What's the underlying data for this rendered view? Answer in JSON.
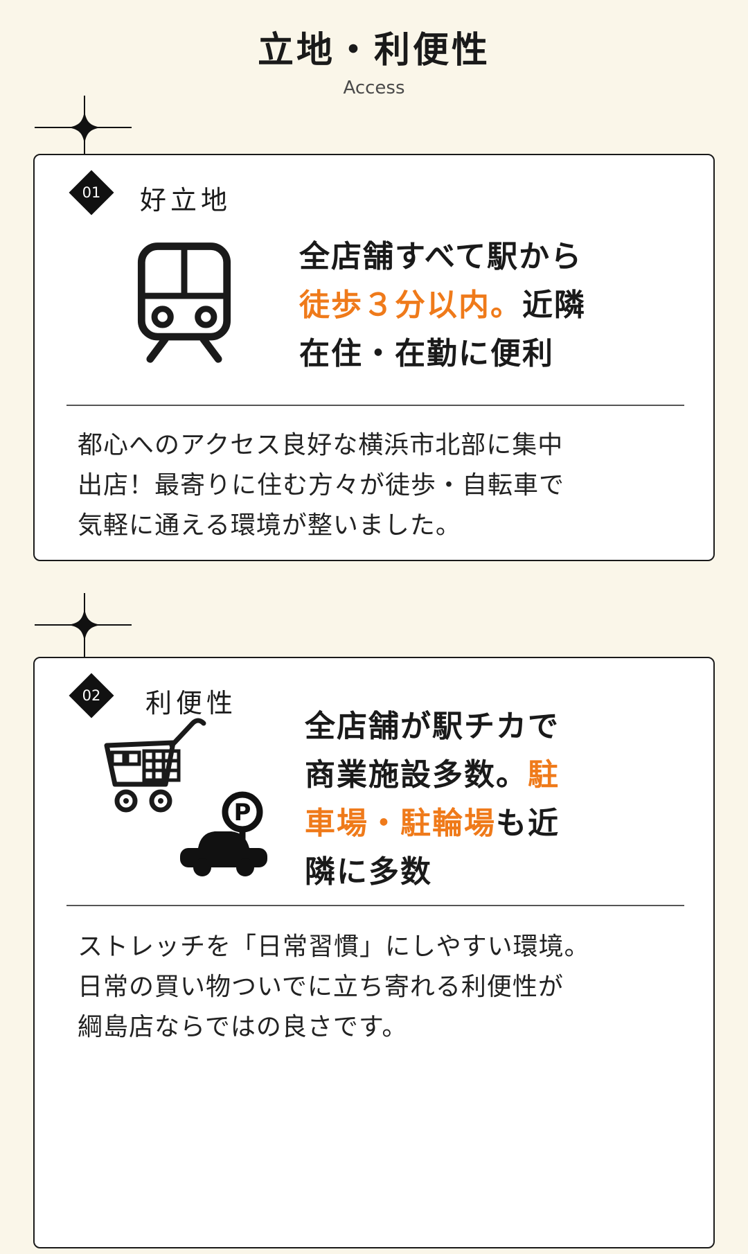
{
  "header": {
    "title": "立地・利便性",
    "subtitle": "Access"
  },
  "colors": {
    "background": "#faf6e9",
    "card_background": "#ffffff",
    "card_border": "#1a1a1a",
    "accent": "#ef7a1a",
    "text": "#1a1a1a"
  },
  "sections": [
    {
      "number": "01",
      "heading": "好立地",
      "icon": "train-icon",
      "headline_lines": [
        {
          "parts": [
            {
              "text": "全店舗すべて駅から",
              "accent": false
            }
          ]
        },
        {
          "parts": [
            {
              "text": "徒歩３分以内。",
              "accent": true
            },
            {
              "text": "近隣",
              "accent": false
            }
          ]
        },
        {
          "parts": [
            {
              "text": "在住・在勤に便利",
              "accent": false
            }
          ]
        }
      ],
      "body_lines": [
        "都心へのアクセス良好な横浜市北部に集中",
        "出店！最寄りに住む方々が徒歩・自転車で",
        "気軽に通える環境が整いました。"
      ]
    },
    {
      "number": "02",
      "heading": "利便性",
      "icons": [
        "shopping-cart-icon",
        "car-parking-icon"
      ],
      "headline_lines": [
        {
          "parts": [
            {
              "text": "全店舗が駅チカで",
              "accent": false
            }
          ]
        },
        {
          "parts": [
            {
              "text": "商業施設多数。",
              "accent": false
            },
            {
              "text": "駐",
              "accent": true
            }
          ]
        },
        {
          "parts": [
            {
              "text": "車場・駐輪場",
              "accent": true
            },
            {
              "text": "も近",
              "accent": false
            }
          ]
        },
        {
          "parts": [
            {
              "text": "隣に多数",
              "accent": false
            }
          ]
        }
      ],
      "body_lines": [
        "ストレッチを「日常習慣」にしやすい環境。",
        "日常の買い物ついでに立ち寄れる利便性が",
        "綱島店ならではの良さです。"
      ]
    }
  ]
}
